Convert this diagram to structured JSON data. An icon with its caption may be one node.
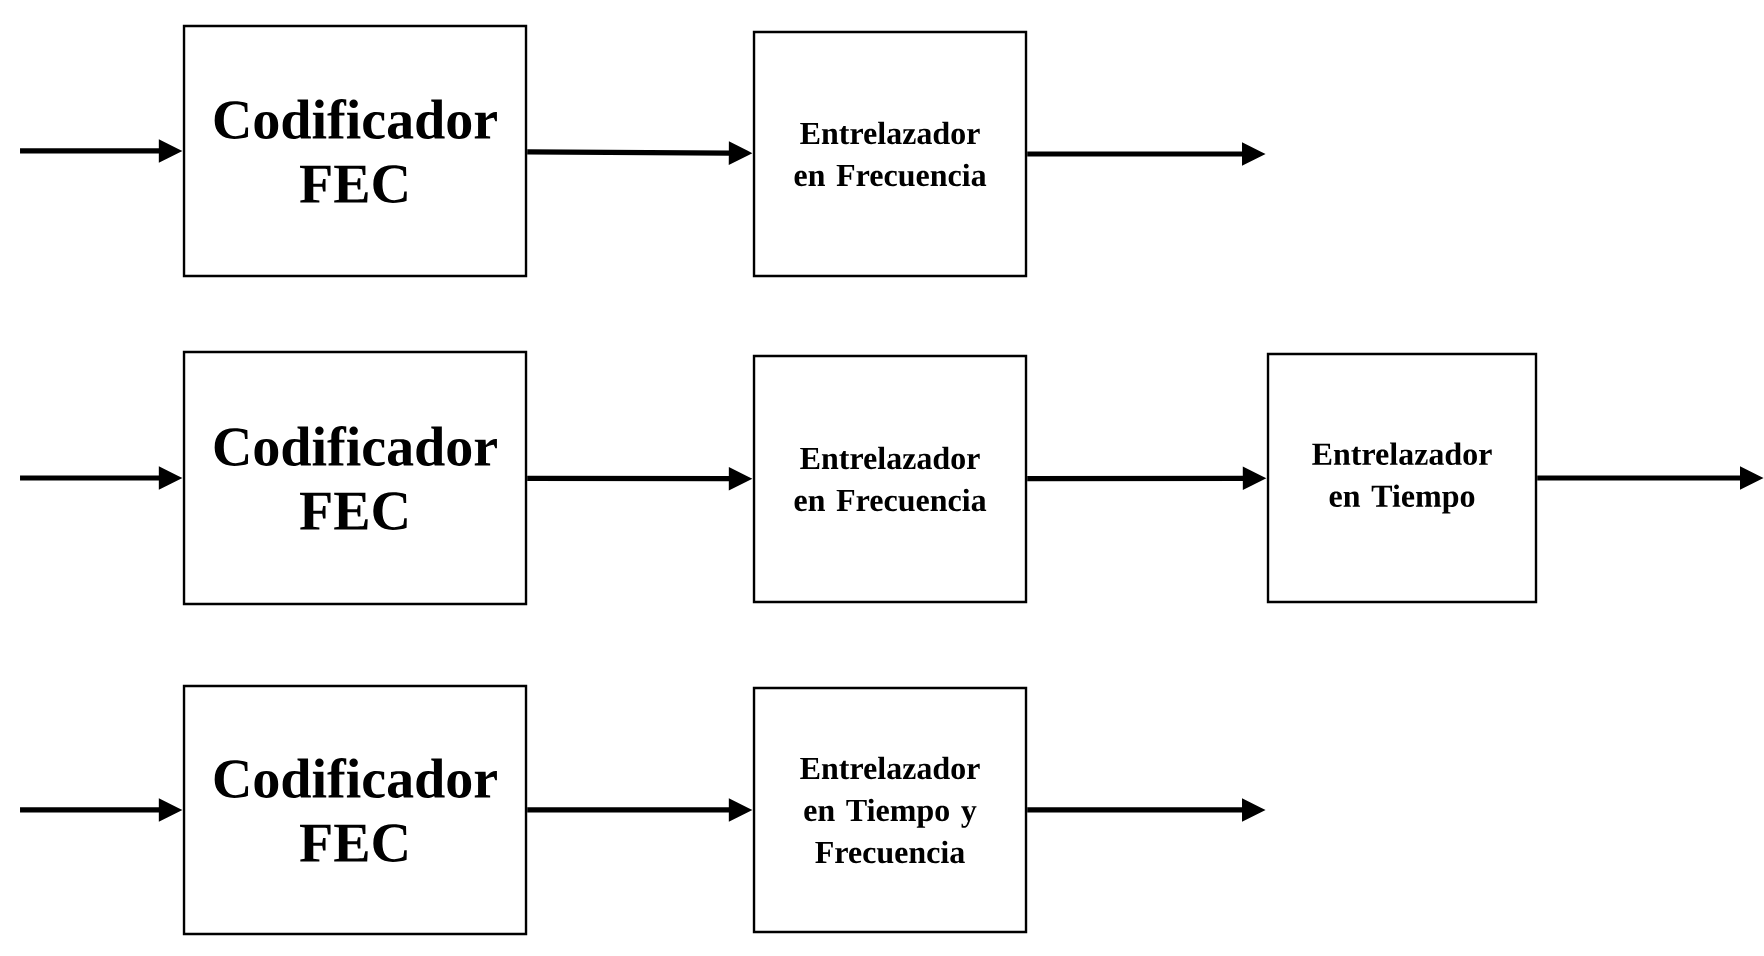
{
  "diagram": {
    "nodes": [
      {
        "text": [
          "Codificador FEC"
        ]
      },
      {
        "text": [
          "Entrelazador en Frecuencia"
        ]
      },
      {
        "text": [
          "Codificador FEC"
        ]
      },
      {
        "text": [
          "Entrelazador en Frecuencia"
        ]
      },
      {
        "text": [
          "Entrelazador en Tiempo"
        ]
      },
      {
        "text": [
          "Codificador FEC"
        ]
      },
      {
        "text": [
          "Entrelazador en Tiempo y Frecuencia"
        ]
      }
    ],
    "edges": [
      {
        "from": null,
        "to": 0,
        "arrow": "to"
      },
      {
        "from": 0,
        "to": 1,
        "arrow": "to"
      },
      {
        "from": 1,
        "to": null,
        "arrow": "to"
      },
      {
        "from": null,
        "to": 2,
        "arrow": "to"
      },
      {
        "from": 2,
        "to": 3,
        "arrow": "to"
      },
      {
        "from": 3,
        "to": 4,
        "arrow": "to"
      },
      {
        "from": 4,
        "to": null,
        "arrow": "to"
      },
      {
        "from": null,
        "to": 5,
        "arrow": "to"
      },
      {
        "from": 5,
        "to": 6,
        "arrow": "to"
      },
      {
        "from": 6,
        "to": null,
        "arrow": "to"
      }
    ]
  }
}
